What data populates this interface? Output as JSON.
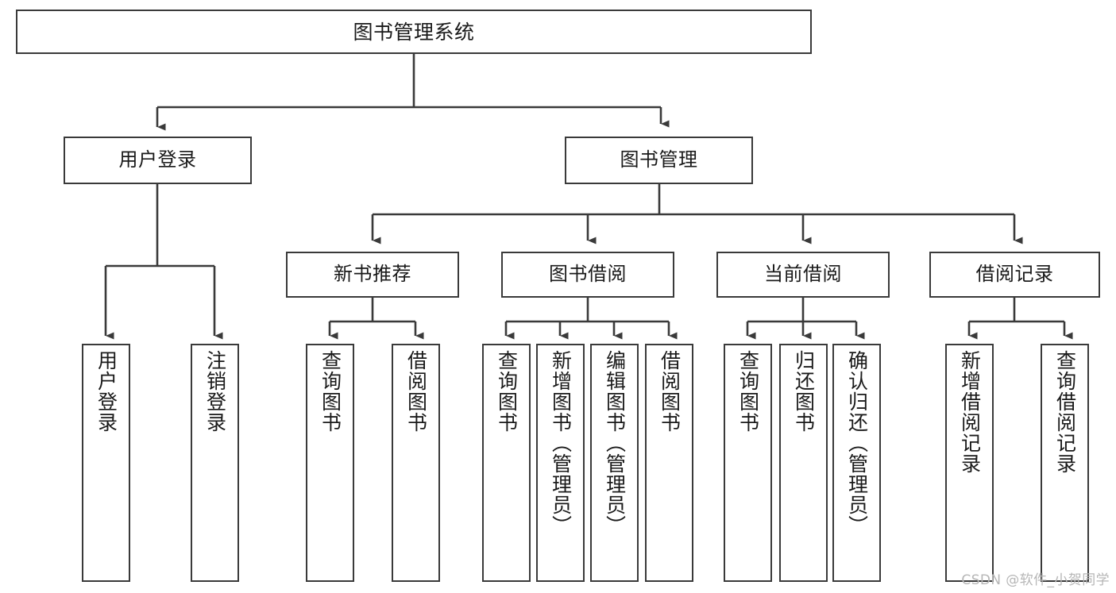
{
  "diagram": {
    "type": "tree",
    "title": "图书管理系统",
    "watermark": "CSDN @软件_小贺同学",
    "colors": {
      "stroke": "#3a3a3a",
      "fill": "#ffffff",
      "text": "#1a1a1a",
      "watermark": "#b6b6b6"
    },
    "levels": {
      "root": {
        "label": "图书管理系统"
      },
      "level2": [
        {
          "label": "用户登录"
        },
        {
          "label": "图书管理"
        }
      ],
      "level3": [
        {
          "label": "新书推荐"
        },
        {
          "label": "图书借阅"
        },
        {
          "label": "当前借阅"
        },
        {
          "label": "借阅记录"
        }
      ],
      "leaves": {
        "user_login": [
          {
            "label": "用户登录"
          },
          {
            "label": "注销登录"
          }
        ],
        "new_book_recommend": [
          {
            "label": "查询图书"
          },
          {
            "label": "借阅图书"
          }
        ],
        "book_borrow": [
          {
            "label": "查询图书"
          },
          {
            "label": "新增图书（管理员）"
          },
          {
            "label": "编辑图书（管理员）"
          },
          {
            "label": "借阅图书"
          }
        ],
        "current_borrow": [
          {
            "label": "查询图书"
          },
          {
            "label": "归还图书"
          },
          {
            "label": "确认归还（管理员）"
          }
        ],
        "borrow_record": [
          {
            "label": "新增借阅记录"
          },
          {
            "label": "查询借阅记录"
          }
        ]
      }
    }
  }
}
